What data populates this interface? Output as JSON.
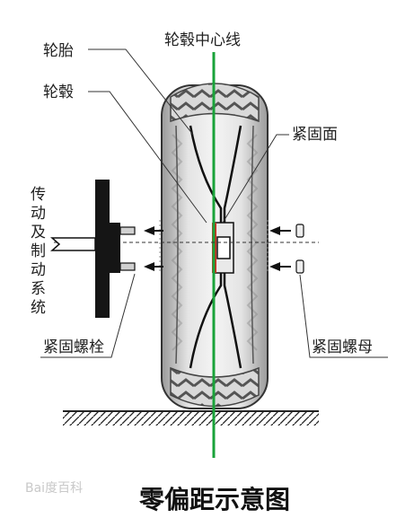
{
  "labels": {
    "tire": "轮胎",
    "hub": "轮毂",
    "hub_centerline": "轮毂中心线",
    "mounting_face": "紧固面",
    "drive_brake_system": [
      "传",
      "动",
      "及",
      "制",
      "动",
      "系",
      "统"
    ],
    "fastening_bolt": "紧固螺栓",
    "fastening_nut": "紧固螺母"
  },
  "title": "零偏距示意图",
  "watermark": "Bai度百科",
  "colors": {
    "centerline": "#1aa33a",
    "mounting_face": "#d7261e",
    "tire_dark": "#3c3c3c",
    "ground": "#2a2a2a"
  }
}
